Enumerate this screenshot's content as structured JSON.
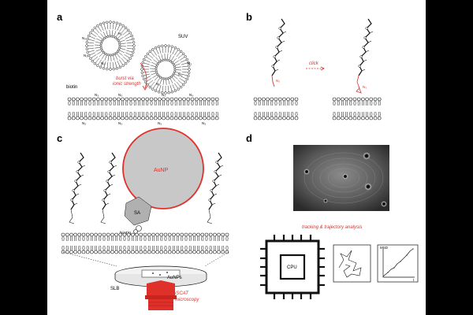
{
  "panels": {
    "a": {
      "letter": "a",
      "suv_label": "SUV",
      "n3": "N₃",
      "biotin_label": "biotin",
      "burst_line1": "burst via",
      "burst_line2": "ionic strength"
    },
    "b": {
      "letter": "b",
      "click_label": "click",
      "n3": "N₃"
    },
    "c": {
      "letter": "c",
      "aunp_label": "AuNP",
      "sa_label": "SA",
      "biotin_label": "biotin",
      "slb_label": "SLB",
      "aunps_label": "AuNPs",
      "iscat_line1": "iSCAT",
      "iscat_line2": "microscopy"
    },
    "d": {
      "letter": "d",
      "tracking_label": "tracking & trajectory analysis",
      "cpu_label": "CPU",
      "msd_label": "MSD",
      "t_label": "t"
    }
  },
  "colors": {
    "accent_red": "#e0302a",
    "aunp_fill": "#c8c8c8",
    "line": "#111111"
  }
}
